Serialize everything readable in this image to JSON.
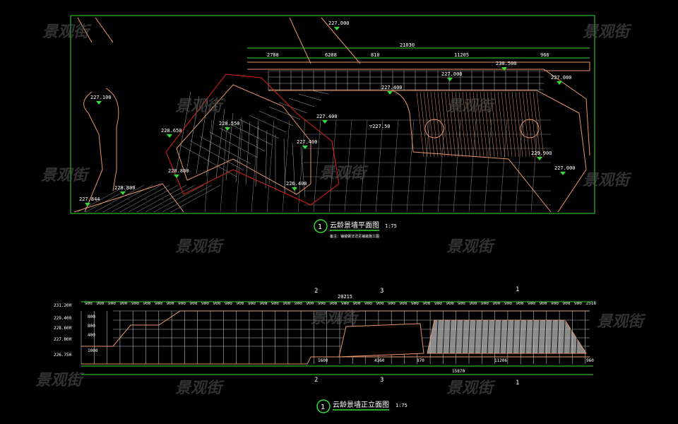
{
  "watermark": "景观街",
  "plan": {
    "title": "云龄景墙平面图",
    "scale": "1:75",
    "note": "备注：铺装做法详见铺装施工图",
    "index": "1",
    "dims": {
      "total": "21030",
      "d1": "2708",
      "d2": "6288",
      "d3": "810",
      "d4": "11205",
      "d5": "966"
    },
    "spot_levels": [
      "227.100",
      "227.000",
      "227.400",
      "230.500",
      "227.000",
      "228.650",
      "227.400",
      "228.550",
      "227.400",
      "227.000",
      "228.800",
      "227.844",
      "228.800",
      "229.900",
      "226.400",
      "227.000"
    ],
    "marker": "▽227.50"
  },
  "elevation": {
    "title": "云龄景墙正立面图",
    "scale": "1:75",
    "index": "1",
    "levels": [
      "231.200",
      "229.400",
      "228.600",
      "227.800",
      "226.750"
    ],
    "top_dims": [
      "900",
      "900",
      "900",
      "900",
      "900",
      "900",
      "900",
      "900",
      "900",
      "900",
      "900",
      "900",
      "900",
      "900",
      "900",
      "900",
      "900",
      "900",
      "900",
      "900",
      "900",
      "900",
      "900",
      "900",
      "900",
      "900",
      "900",
      "900",
      "900",
      "900",
      "900",
      "900",
      "900",
      "900",
      "900",
      "900",
      "900",
      "900",
      "900",
      "900",
      "900",
      "900",
      "900",
      "2518"
    ],
    "vert_dims": [
      "800",
      "800",
      "400",
      "1000"
    ],
    "bottom_dims": [
      "1600",
      "4360",
      "870",
      "15870",
      "11206",
      "960"
    ],
    "sections": [
      "2",
      "3",
      "1"
    ],
    "total": "20215"
  },
  "colors": {
    "grid": "#c8c8c8",
    "edge": "#e8946a",
    "dim": "#33dd33",
    "red": "#e02020",
    "magenta": "#cc33cc",
    "fill": "#8a8a8a"
  }
}
